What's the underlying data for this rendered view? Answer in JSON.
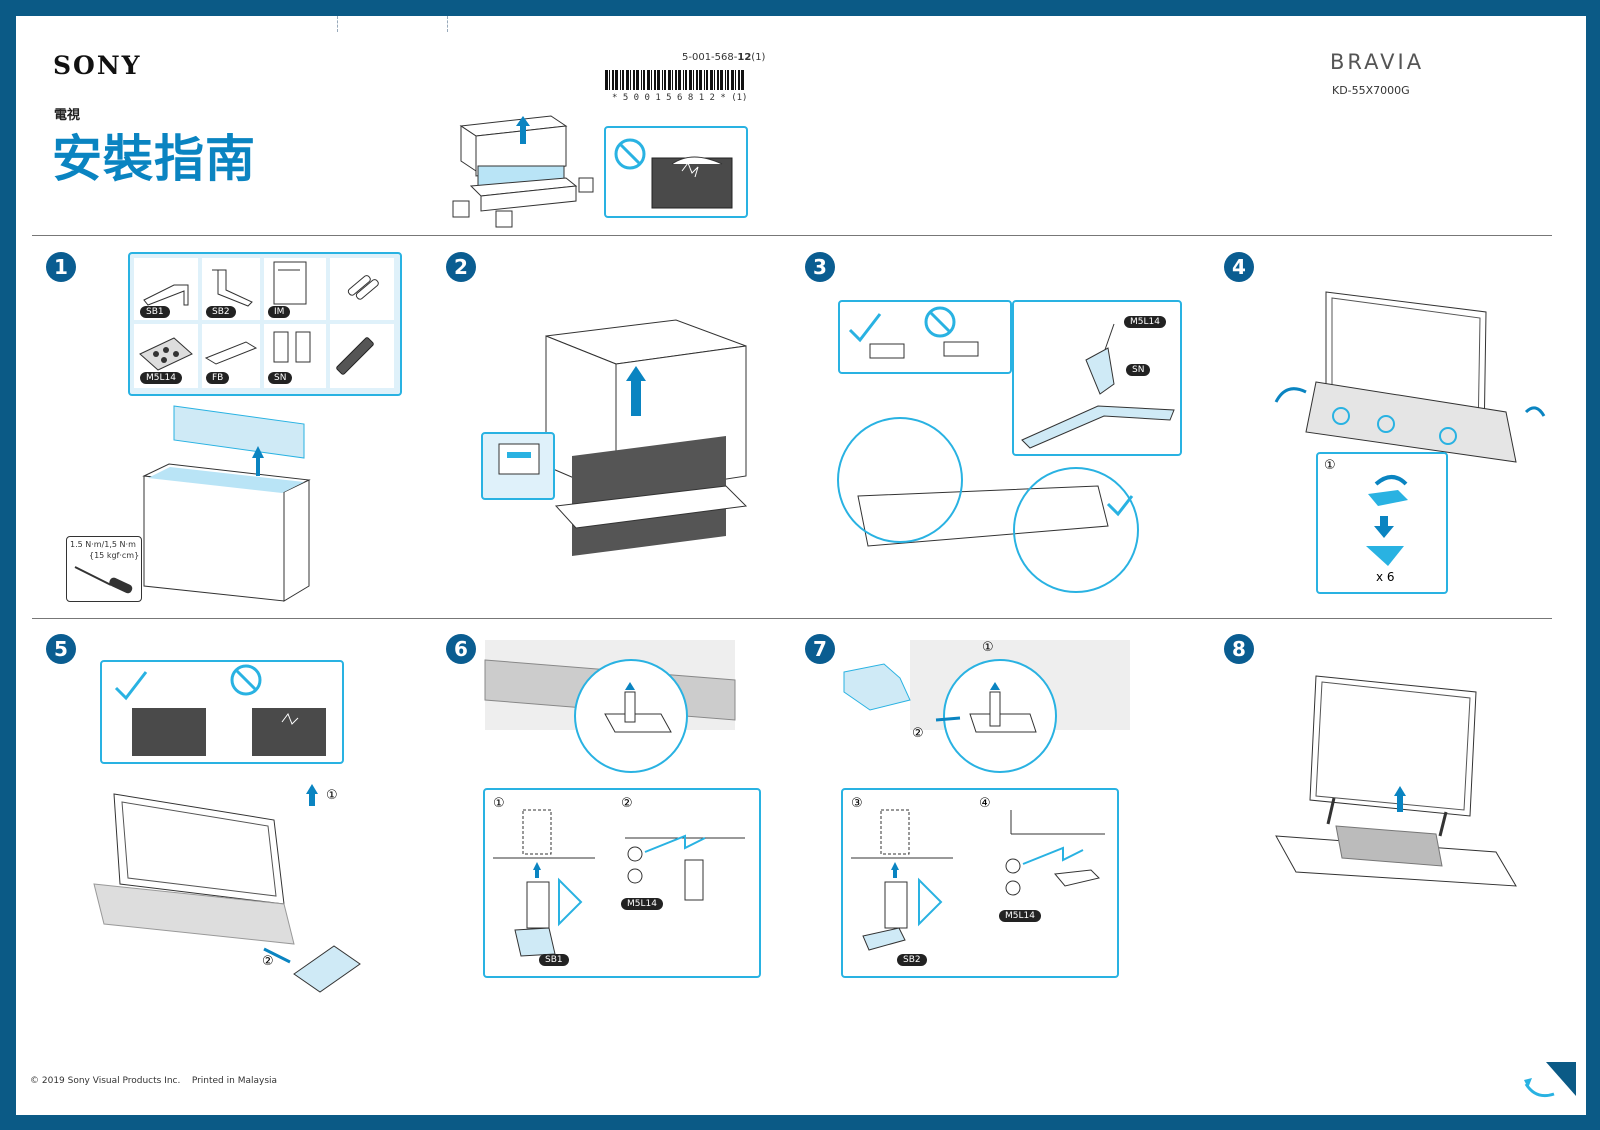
{
  "header": {
    "brand": "SONY",
    "subtitle": "電視",
    "title": "安裝指南",
    "doc_number_prefix": "5-001-568-",
    "doc_number_bold": "12",
    "doc_number_suffix": "(1)",
    "barcode_digits": "* 5 0 0 1 5 6 8 1 2 *",
    "barcode_suffix": "(1)",
    "product_line": "BRAVIA",
    "model": "KD-55X7000G"
  },
  "steps": [
    {
      "number": "1"
    },
    {
      "number": "2"
    },
    {
      "number": "3"
    },
    {
      "number": "4"
    },
    {
      "number": "5"
    },
    {
      "number": "6"
    },
    {
      "number": "7"
    },
    {
      "number": "8"
    }
  ],
  "parts": {
    "sb1": "SB1",
    "sb2": "SB2",
    "im": "IM",
    "m5l14": "M5L14",
    "fb": "FB",
    "sn": "SN"
  },
  "torque": {
    "line1": "1.5 N·m/1,5 N·m",
    "line2": "{15 kgf·cm}"
  },
  "step3": {
    "screw_tag": "M5L14",
    "stand_tag": "SN"
  },
  "step4": {
    "sub_marker": "①",
    "count": "x 6"
  },
  "step5": {
    "marker1": "①",
    "marker2": "②"
  },
  "step6": {
    "marker1": "①",
    "marker2": "②",
    "screw_tag": "M5L14",
    "base_tag": "SB1"
  },
  "step7": {
    "marker1": "①",
    "marker2": "②",
    "marker3": "③",
    "marker4": "④",
    "screw_tag": "M5L14",
    "base_tag": "SB2"
  },
  "footer": {
    "copyright": "© 2019 Sony Visual Products Inc.",
    "printed": "Printed in Malaysia"
  },
  "colors": {
    "accent": "#0a84c1",
    "border": "#0b5a86",
    "highlight": "#29b2e2",
    "step_badge": "#0a5d91"
  }
}
